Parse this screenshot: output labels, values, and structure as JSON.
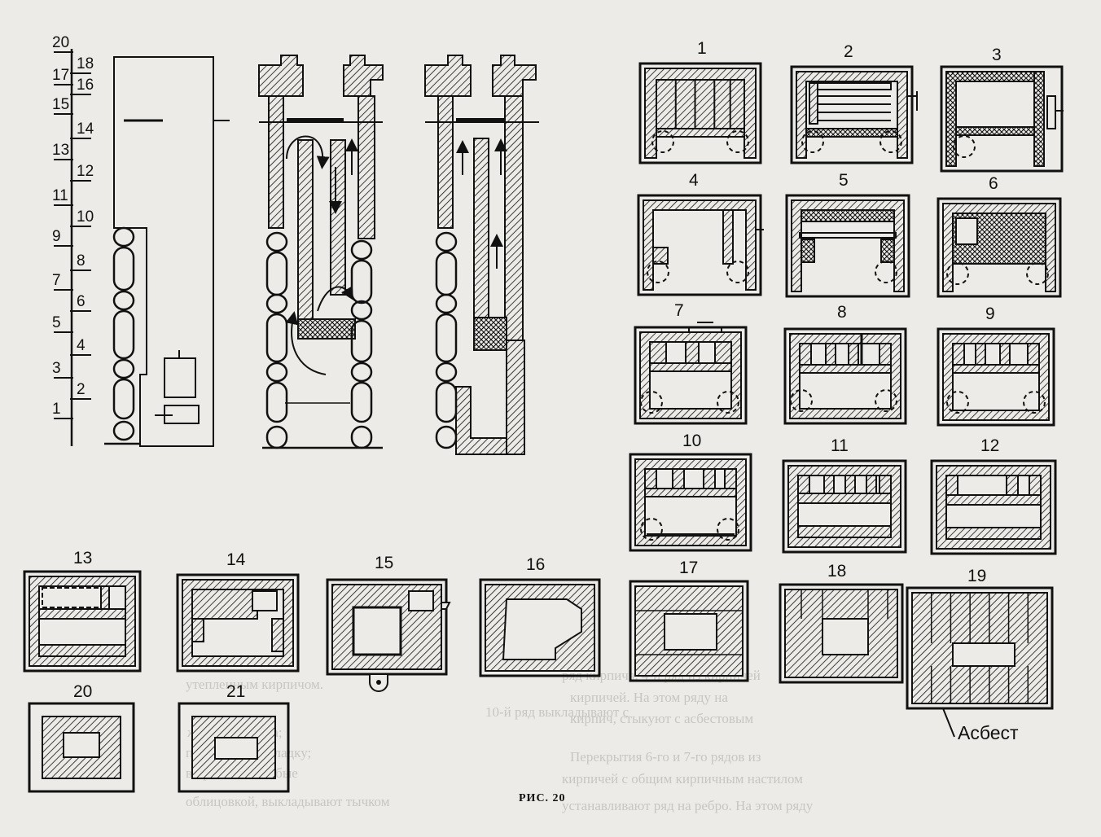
{
  "figure": {
    "caption": "РИС. 20",
    "asbestos_label": "Асбест"
  },
  "ruler": {
    "left_marks": [
      "20",
      "17",
      "15",
      "13",
      "11",
      "9",
      "7",
      "5",
      "3",
      "1"
    ],
    "right_marks": [
      "18",
      "16",
      "14",
      "12",
      "10",
      "8",
      "6",
      "4",
      "2"
    ]
  },
  "sections": [
    {
      "id": "1",
      "label": "1"
    },
    {
      "id": "2",
      "label": "2"
    },
    {
      "id": "3",
      "label": "3"
    },
    {
      "id": "4",
      "label": "4"
    },
    {
      "id": "5",
      "label": "5"
    },
    {
      "id": "6",
      "label": "6"
    },
    {
      "id": "7",
      "label": "7"
    },
    {
      "id": "8",
      "label": "8"
    },
    {
      "id": "9",
      "label": "9"
    },
    {
      "id": "10",
      "label": "10"
    },
    {
      "id": "11",
      "label": "11"
    },
    {
      "id": "12",
      "label": "12"
    },
    {
      "id": "13",
      "label": "13"
    },
    {
      "id": "14",
      "label": "14"
    },
    {
      "id": "15",
      "label": "15"
    },
    {
      "id": "16",
      "label": "16"
    },
    {
      "id": "17",
      "label": "17"
    },
    {
      "id": "18",
      "label": "18"
    },
    {
      "id": "19",
      "label": "19"
    },
    {
      "id": "20",
      "label": "20"
    },
    {
      "id": "21",
      "label": "21"
    }
  ],
  "background_text": [
    "утепленным кирпичом.",
    "10-й ряд выкладывают с",
    "жением камина;",
    "производят закладку;",
    "в приямок. Слабые",
    "облицовкой, выкладывают тычком",
    "ряд кирпича, 4-й ряд из кирпичей",
    "кирпичей. На этом ряду на",
    "кирпич, стыкуют с асбестовым",
    "Перекрытия 6-го и 7-го рядов из",
    "кирпичей с общим кирпичным настилом",
    "устанавливают ряд на ребро. На этом ряду"
  ],
  "colors": {
    "paper": "#ecebe7",
    "ink": "#111111",
    "ghost": "#c7c6c1"
  }
}
